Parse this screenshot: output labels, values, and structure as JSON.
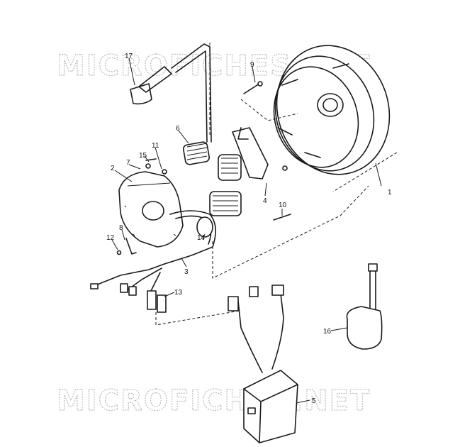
{
  "watermark": {
    "text": "MICROFICHES.NET"
  },
  "callouts": [
    "1",
    "2",
    "3",
    "4",
    "5",
    "6",
    "7",
    "8",
    "9",
    "10",
    "11",
    "12",
    "13",
    "14",
    "15",
    "16",
    "17"
  ]
}
